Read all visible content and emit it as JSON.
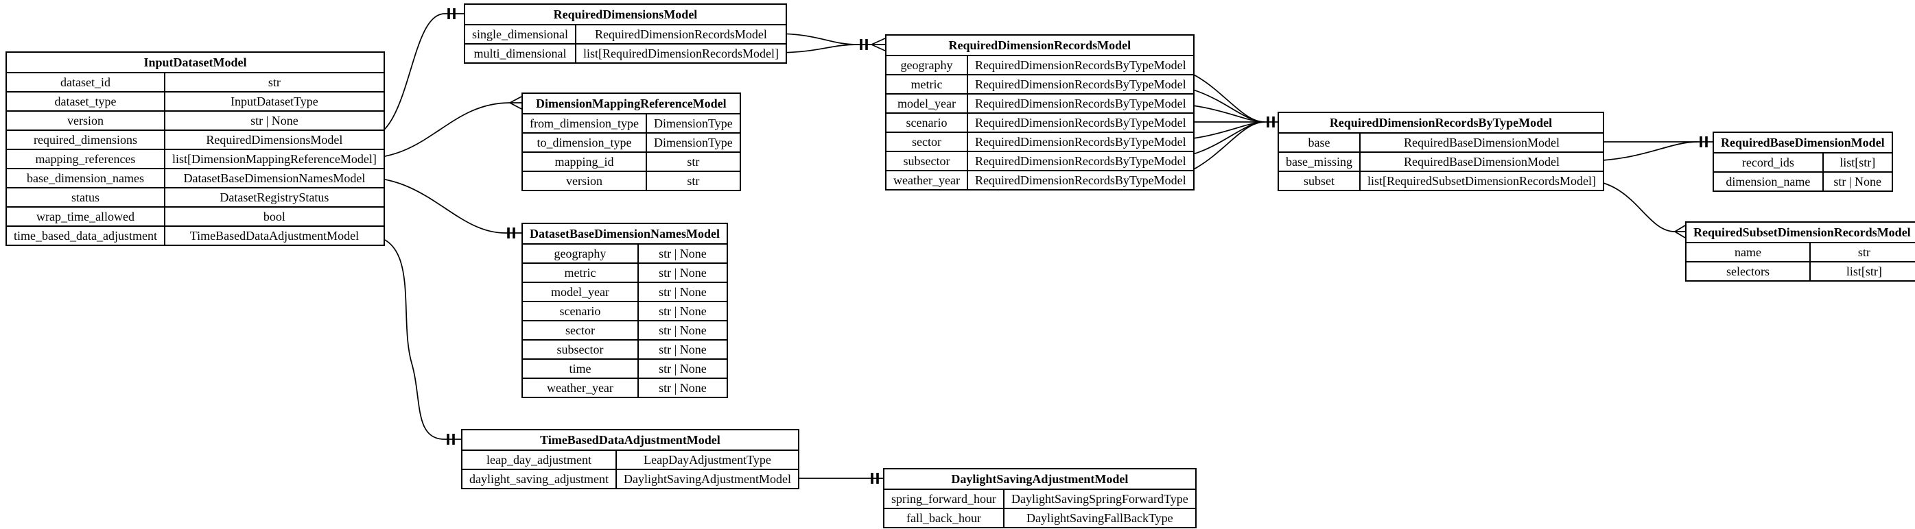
{
  "entities": {
    "input_dataset": {
      "title": "InputDatasetModel",
      "fields": [
        {
          "name": "dataset_id",
          "type": "str"
        },
        {
          "name": "dataset_type",
          "type": "InputDatasetType"
        },
        {
          "name": "version",
          "type": "str | None"
        },
        {
          "name": "required_dimensions",
          "type": "RequiredDimensionsModel"
        },
        {
          "name": "mapping_references",
          "type": "list[DimensionMappingReferenceModel]"
        },
        {
          "name": "base_dimension_names",
          "type": "DatasetBaseDimensionNamesModel"
        },
        {
          "name": "status",
          "type": "DatasetRegistryStatus"
        },
        {
          "name": "wrap_time_allowed",
          "type": "bool"
        },
        {
          "name": "time_based_data_adjustment",
          "type": "TimeBasedDataAdjustmentModel"
        }
      ]
    },
    "required_dimensions": {
      "title": "RequiredDimensionsModel",
      "fields": [
        {
          "name": "single_dimensional",
          "type": "RequiredDimensionRecordsModel"
        },
        {
          "name": "multi_dimensional",
          "type": "list[RequiredDimensionRecordsModel]"
        }
      ]
    },
    "dimension_mapping_reference": {
      "title": "DimensionMappingReferenceModel",
      "fields": [
        {
          "name": "from_dimension_type",
          "type": "DimensionType"
        },
        {
          "name": "to_dimension_type",
          "type": "DimensionType"
        },
        {
          "name": "mapping_id",
          "type": "str"
        },
        {
          "name": "version",
          "type": "str"
        }
      ]
    },
    "dataset_base_dimension_names": {
      "title": "DatasetBaseDimensionNamesModel",
      "fields": [
        {
          "name": "geography",
          "type": "str | None"
        },
        {
          "name": "metric",
          "type": "str | None"
        },
        {
          "name": "model_year",
          "type": "str | None"
        },
        {
          "name": "scenario",
          "type": "str | None"
        },
        {
          "name": "sector",
          "type": "str | None"
        },
        {
          "name": "subsector",
          "type": "str | None"
        },
        {
          "name": "time",
          "type": "str | None"
        },
        {
          "name": "weather_year",
          "type": "str | None"
        }
      ]
    },
    "required_dimension_records": {
      "title": "RequiredDimensionRecordsModel",
      "fields": [
        {
          "name": "geography",
          "type": "RequiredDimensionRecordsByTypeModel"
        },
        {
          "name": "metric",
          "type": "RequiredDimensionRecordsByTypeModel"
        },
        {
          "name": "model_year",
          "type": "RequiredDimensionRecordsByTypeModel"
        },
        {
          "name": "scenario",
          "type": "RequiredDimensionRecordsByTypeModel"
        },
        {
          "name": "sector",
          "type": "RequiredDimensionRecordsByTypeModel"
        },
        {
          "name": "subsector",
          "type": "RequiredDimensionRecordsByTypeModel"
        },
        {
          "name": "weather_year",
          "type": "RequiredDimensionRecordsByTypeModel"
        }
      ]
    },
    "required_dimension_records_by_type": {
      "title": "RequiredDimensionRecordsByTypeModel",
      "fields": [
        {
          "name": "base",
          "type": "RequiredBaseDimensionModel"
        },
        {
          "name": "base_missing",
          "type": "RequiredBaseDimensionModel"
        },
        {
          "name": "subset",
          "type": "list[RequiredSubsetDimensionRecordsModel]"
        }
      ]
    },
    "required_base_dimension": {
      "title": "RequiredBaseDimensionModel",
      "fields": [
        {
          "name": "record_ids",
          "type": "list[str]"
        },
        {
          "name": "dimension_name",
          "type": "str | None"
        }
      ]
    },
    "required_subset_dimension_records": {
      "title": "RequiredSubsetDimensionRecordsModel",
      "fields": [
        {
          "name": "name",
          "type": "str"
        },
        {
          "name": "selectors",
          "type": "list[str]"
        }
      ]
    },
    "time_based_data_adjustment": {
      "title": "TimeBasedDataAdjustmentModel",
      "fields": [
        {
          "name": "leap_day_adjustment",
          "type": "LeapDayAdjustmentType"
        },
        {
          "name": "daylight_saving_adjustment",
          "type": "DaylightSavingAdjustmentModel"
        }
      ]
    },
    "daylight_saving_adjustment": {
      "title": "DaylightSavingAdjustmentModel",
      "fields": [
        {
          "name": "spring_forward_hour",
          "type": "DaylightSavingSpringForwardType"
        },
        {
          "name": "fall_back_hour",
          "type": "DaylightSavingFallBackType"
        }
      ]
    }
  },
  "relationships": [
    {
      "from": "InputDatasetModel.required_dimensions",
      "to": "RequiredDimensionsModel",
      "target_cardinality": "exactly-one"
    },
    {
      "from": "InputDatasetModel.mapping_references",
      "to": "DimensionMappingReferenceModel",
      "target_cardinality": "many"
    },
    {
      "from": "InputDatasetModel.base_dimension_names",
      "to": "DatasetBaseDimensionNamesModel",
      "target_cardinality": "exactly-one"
    },
    {
      "from": "InputDatasetModel.time_based_data_adjustment",
      "to": "TimeBasedDataAdjustmentModel",
      "target_cardinality": "exactly-one"
    },
    {
      "from": "RequiredDimensionsModel.single_dimensional",
      "to": "RequiredDimensionRecordsModel",
      "target_cardinality": "exactly-one"
    },
    {
      "from": "RequiredDimensionsModel.multi_dimensional",
      "to": "RequiredDimensionRecordsModel",
      "target_cardinality": "many"
    },
    {
      "from": "RequiredDimensionRecordsModel.geography",
      "to": "RequiredDimensionRecordsByTypeModel",
      "target_cardinality": "exactly-one"
    },
    {
      "from": "RequiredDimensionRecordsModel.metric",
      "to": "RequiredDimensionRecordsByTypeModel",
      "target_cardinality": "exactly-one"
    },
    {
      "from": "RequiredDimensionRecordsModel.model_year",
      "to": "RequiredDimensionRecordsByTypeModel",
      "target_cardinality": "exactly-one"
    },
    {
      "from": "RequiredDimensionRecordsModel.scenario",
      "to": "RequiredDimensionRecordsByTypeModel",
      "target_cardinality": "exactly-one"
    },
    {
      "from": "RequiredDimensionRecordsModel.sector",
      "to": "RequiredDimensionRecordsByTypeModel",
      "target_cardinality": "exactly-one"
    },
    {
      "from": "RequiredDimensionRecordsModel.subsector",
      "to": "RequiredDimensionRecordsByTypeModel",
      "target_cardinality": "exactly-one"
    },
    {
      "from": "RequiredDimensionRecordsModel.weather_year",
      "to": "RequiredDimensionRecordsByTypeModel",
      "target_cardinality": "exactly-one"
    },
    {
      "from": "RequiredDimensionRecordsByTypeModel.base",
      "to": "RequiredBaseDimensionModel",
      "target_cardinality": "exactly-one"
    },
    {
      "from": "RequiredDimensionRecordsByTypeModel.base_missing",
      "to": "RequiredBaseDimensionModel",
      "target_cardinality": "exactly-one"
    },
    {
      "from": "RequiredDimensionRecordsByTypeModel.subset",
      "to": "RequiredSubsetDimensionRecordsModel",
      "target_cardinality": "many"
    },
    {
      "from": "TimeBasedDataAdjustmentModel.daylight_saving_adjustment",
      "to": "DaylightSavingAdjustmentModel",
      "target_cardinality": "exactly-one"
    }
  ]
}
